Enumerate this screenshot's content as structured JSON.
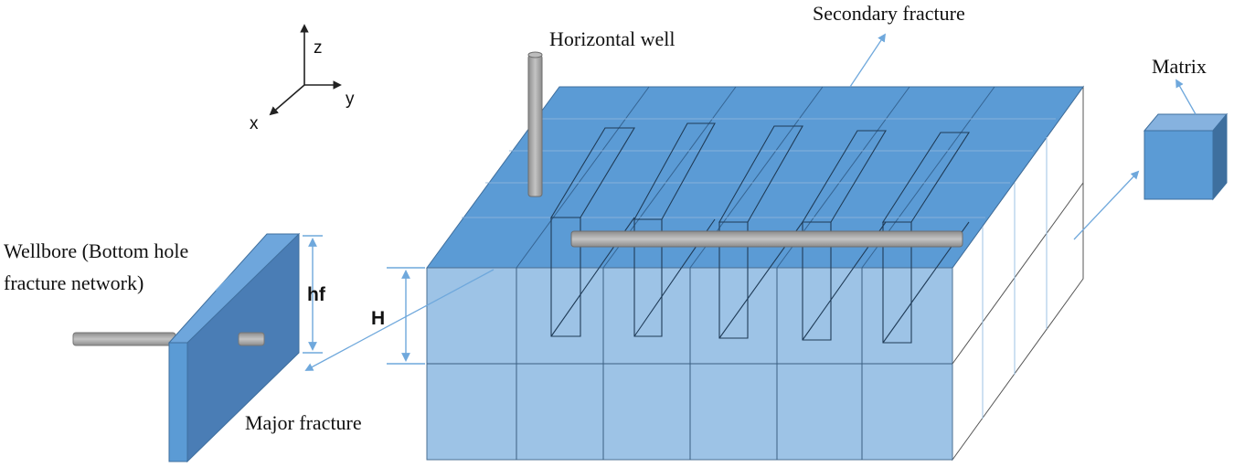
{
  "axes": {
    "z": "z",
    "y": "y",
    "x": "x"
  },
  "labels": {
    "horizontal_well": "Horizontal well",
    "secondary_fracture": "Secondary fracture",
    "matrix": "Matrix",
    "wellbore_line1": "Wellbore (Bottom hole",
    "wellbore_line2": "fracture network)",
    "hf": "hf",
    "H": "H",
    "major_fracture": "Major fracture"
  },
  "colors": {
    "top_face": "#5b9bd5",
    "front_face": "#9dc3e6",
    "plate_front": "#4a7db5",
    "plate_side": "#5b9bd5",
    "cube_front": "#5b9bd5",
    "cube_top": "#86b2df",
    "cube_side": "#3e6f9e",
    "pipe": "#a6a6a6",
    "arrow": "#6fa8dc",
    "grid_line": "#1f3b57"
  }
}
